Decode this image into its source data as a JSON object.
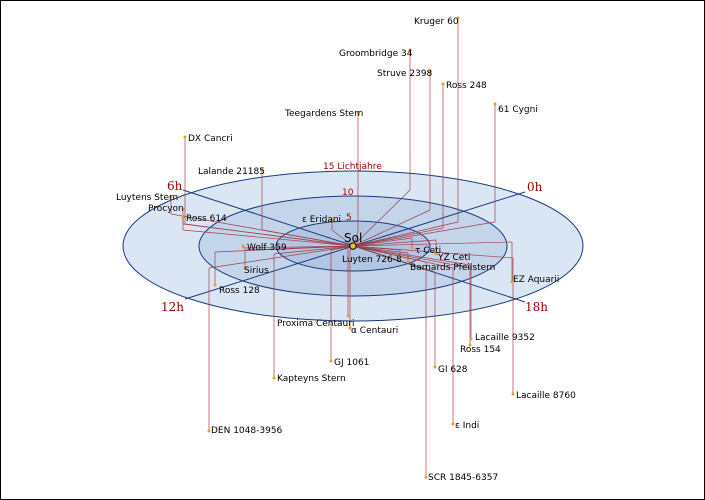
{
  "rings": [
    {
      "label": "15 Lichtjahre"
    },
    {
      "label": "10"
    },
    {
      "label": "5"
    }
  ],
  "hours": [
    {
      "label": "0h"
    },
    {
      "label": "6h"
    },
    {
      "label": "12h"
    },
    {
      "label": "18h"
    }
  ],
  "sun": {
    "label": "Sol"
  },
  "colors": {
    "ring_fill": "#dbe6f4",
    "ring_stroke": "#1a3a7a",
    "drop_line": "#a0404a",
    "star": "#e8a020",
    "label_red": "#a00000"
  },
  "stars": [
    {
      "name": "Kruger 60"
    },
    {
      "name": "Groombridge 34"
    },
    {
      "name": "Struve 2398"
    },
    {
      "name": "Ross 248"
    },
    {
      "name": "61 Cygni"
    },
    {
      "name": "Teegardens Stern"
    },
    {
      "name": "DX Cancri"
    },
    {
      "name": "Lalande 21185"
    },
    {
      "name": "Luytens Stern"
    },
    {
      "name": "Procyon"
    },
    {
      "name": "Ross 614"
    },
    {
      "name": "ε Eridani"
    },
    {
      "name": "Wolf 359"
    },
    {
      "name": "Sirius"
    },
    {
      "name": "Ross 128"
    },
    {
      "name": "τ Ceti"
    },
    {
      "name": "YZ Ceti"
    },
    {
      "name": "Luyten 726-8"
    },
    {
      "name": "Barnards Pfeilstern"
    },
    {
      "name": "EZ Aquarii"
    },
    {
      "name": "Proxima Centauri"
    },
    {
      "name": "α Centauri"
    },
    {
      "name": "Lacaille 9352"
    },
    {
      "name": "Ross 154"
    },
    {
      "name": "GJ 1061"
    },
    {
      "name": "Gl 628"
    },
    {
      "name": "Kapteyns Stern"
    },
    {
      "name": "Lacaille 8760"
    },
    {
      "name": "ε Indi"
    },
    {
      "name": "DEN 1048-3956"
    },
    {
      "name": "SCR 1845-6357"
    }
  ]
}
